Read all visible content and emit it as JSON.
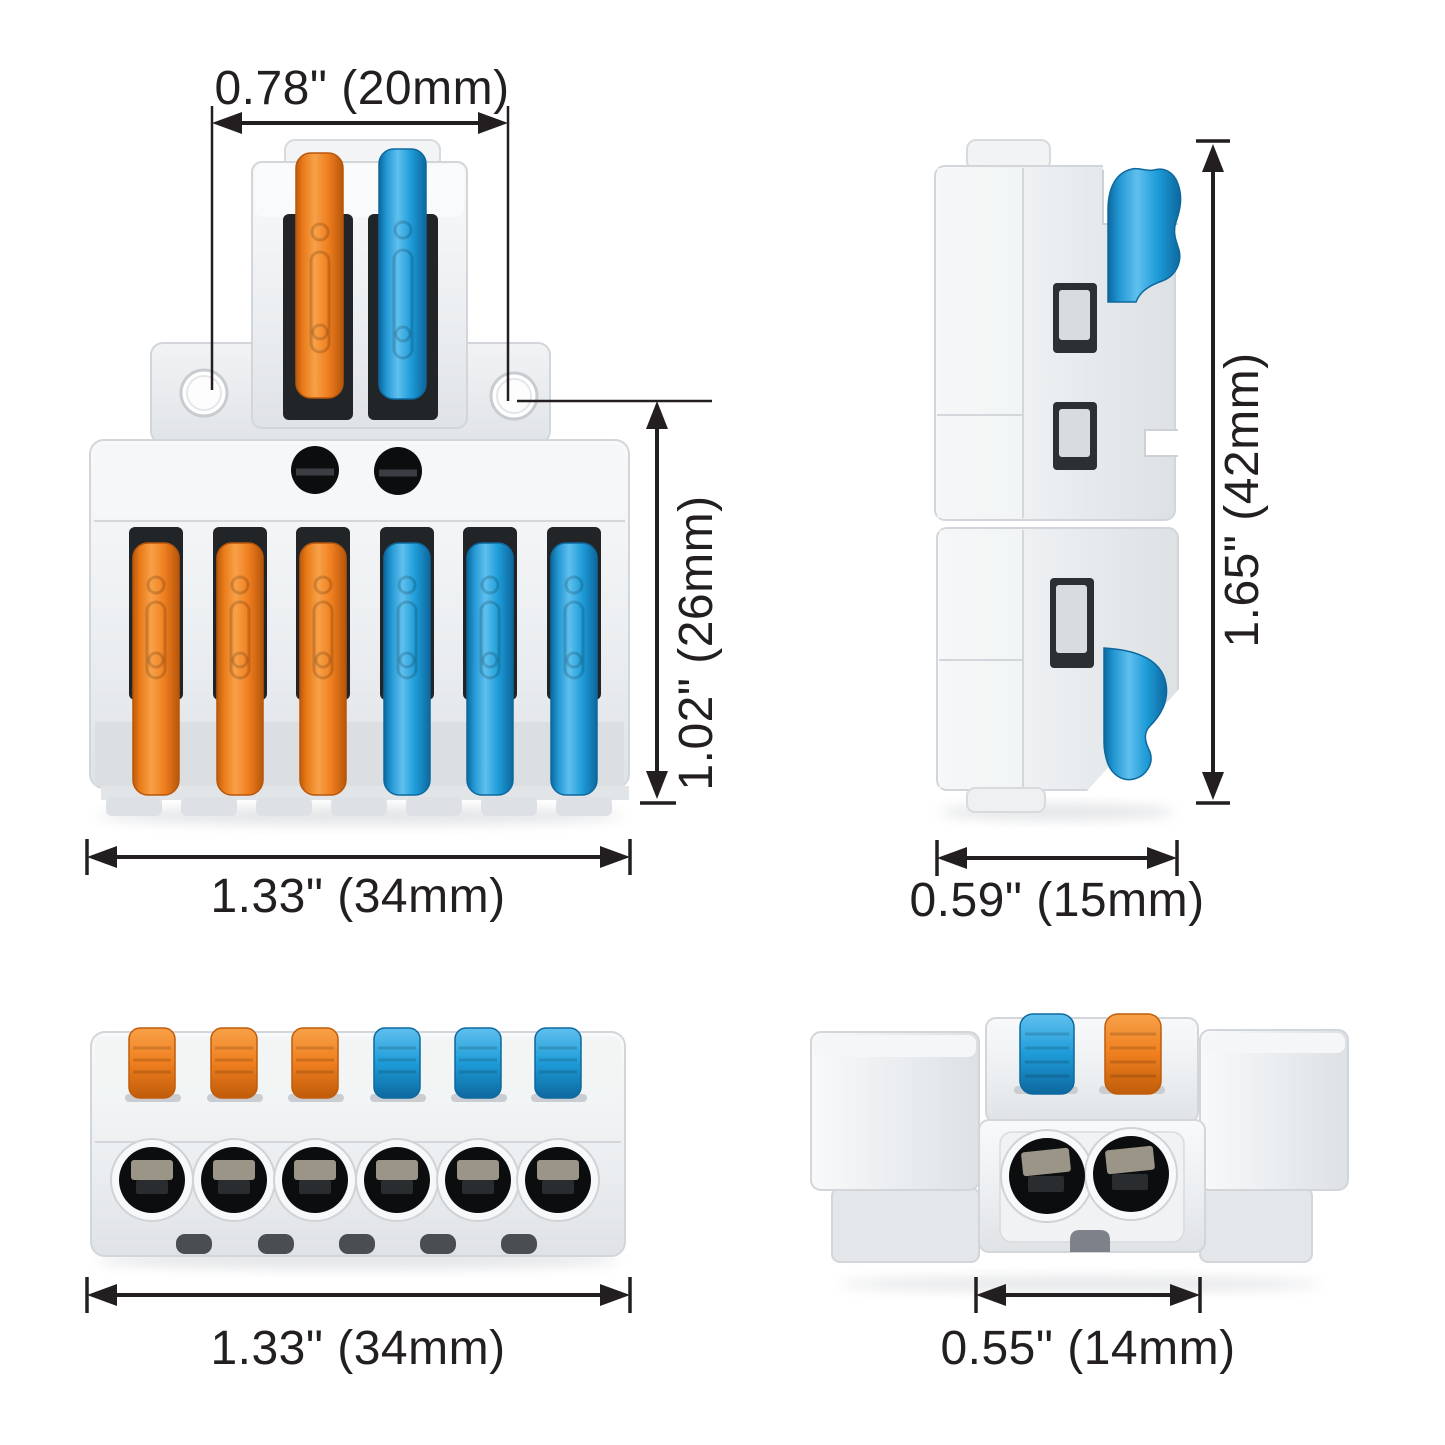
{
  "page": {
    "background": "#ffffff",
    "description": "Lever wire connector splitter dimension diagram, four photographic views with measurements"
  },
  "colors": {
    "background": "#ffffff",
    "dim_ink": "#231f20",
    "orange": "#ef7f1f",
    "orange_light": "#f8a148",
    "orange_dark": "#c05c0a",
    "blue": "#1e9cd8",
    "blue_light": "#5fc0ee",
    "blue_dark": "#0d689e",
    "body_gray": "#eceff1",
    "body_light": "#f8f9fa",
    "body_shadow": "#d6dadd",
    "slot_dark": "#222528",
    "port_black": "#0b0d0e",
    "metal": "#9b9588"
  },
  "views": {
    "front": {
      "dimensions": {
        "input_width": "0.78\" (20mm)",
        "body_height": "1.02\" (26mm)",
        "total_width": "1.33\" (34mm)"
      },
      "input_levers": [
        "orange",
        "blue"
      ],
      "output_levers": [
        "orange",
        "orange",
        "orange",
        "blue",
        "blue",
        "blue"
      ],
      "mounting_ear_holes": 2,
      "input_ports": 2
    },
    "side": {
      "dimensions": {
        "total_height": "1.65\" (42mm)",
        "depth": "0.59\" (15mm)"
      },
      "visible_lever_color": "blue"
    },
    "output_end": {
      "dimensions": {
        "total_width": "1.33\" (34mm)"
      },
      "wire_ports": 6,
      "push_buttons": [
        "orange",
        "orange",
        "orange",
        "blue",
        "blue",
        "blue"
      ]
    },
    "input_end": {
      "dimensions": {
        "width": "0.55\" (14mm)"
      },
      "wire_ports": 2,
      "push_buttons": [
        "blue",
        "orange"
      ]
    }
  }
}
